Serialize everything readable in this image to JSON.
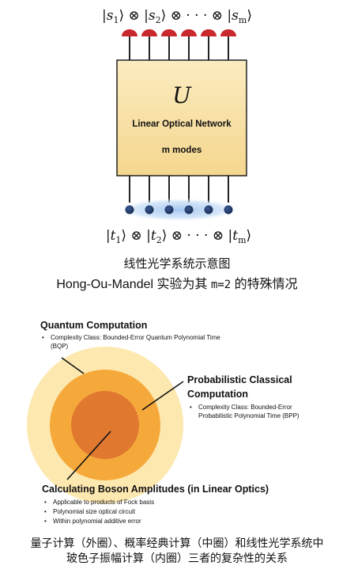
{
  "top": {
    "output_state": {
      "k1": "s",
      "s1": "1",
      "k2": "s",
      "s2": "2",
      "km": "s",
      "sm": "m"
    },
    "input_state": {
      "k1": "t",
      "s1": "1",
      "k2": "t",
      "s2": "2",
      "km": "t",
      "sm": "m"
    },
    "tensor": "⊗",
    "dots": "· · ·",
    "unitary": "U",
    "box_title": "Linear Optical Network",
    "box_subtitle": "m modes",
    "caption1": "线性光学系统示意图",
    "caption2_prefix": "Hong-Ou-Mandel 实验为其 ",
    "caption2_math": "m=2",
    "caption2_suffix": " 的特殊情况",
    "detector_count": 6,
    "source_count": 6,
    "colors": {
      "detector": "#c9282d",
      "box": "#f7dfa2",
      "source": "#233c6b",
      "glow": "#aecdf2"
    }
  },
  "bottom": {
    "quantum": {
      "title": "Quantum Computation",
      "bullet": "Complexity Class: Bounded-Error Quantum Polynomial Time",
      "bullet_cont": "(BQP)"
    },
    "classical": {
      "title_line1": "Probabilistic Classical",
      "title_line2": "Computation",
      "bullet": "Complexity Class: Bounded-Error",
      "bullet_cont": "Probabilistic Polynomial Time (BPP)"
    },
    "boson": {
      "title": "Calculating Boson Amplitudes (in Linear Optics)",
      "bullets": [
        "Applicable to products of Fock basis",
        "Polynomial size optical circuit",
        "Within polynomial additive error"
      ]
    },
    "colors": {
      "outer": "#fde8b0",
      "middle": "#f6a93b",
      "inner": "#e07830"
    },
    "caption_line1": "量子计算（外圈）、概率经典计算（中圈）和线性光学系统中",
    "caption_line2": "玻色子振幅计算（内圈）三者的复杂性的关系"
  }
}
